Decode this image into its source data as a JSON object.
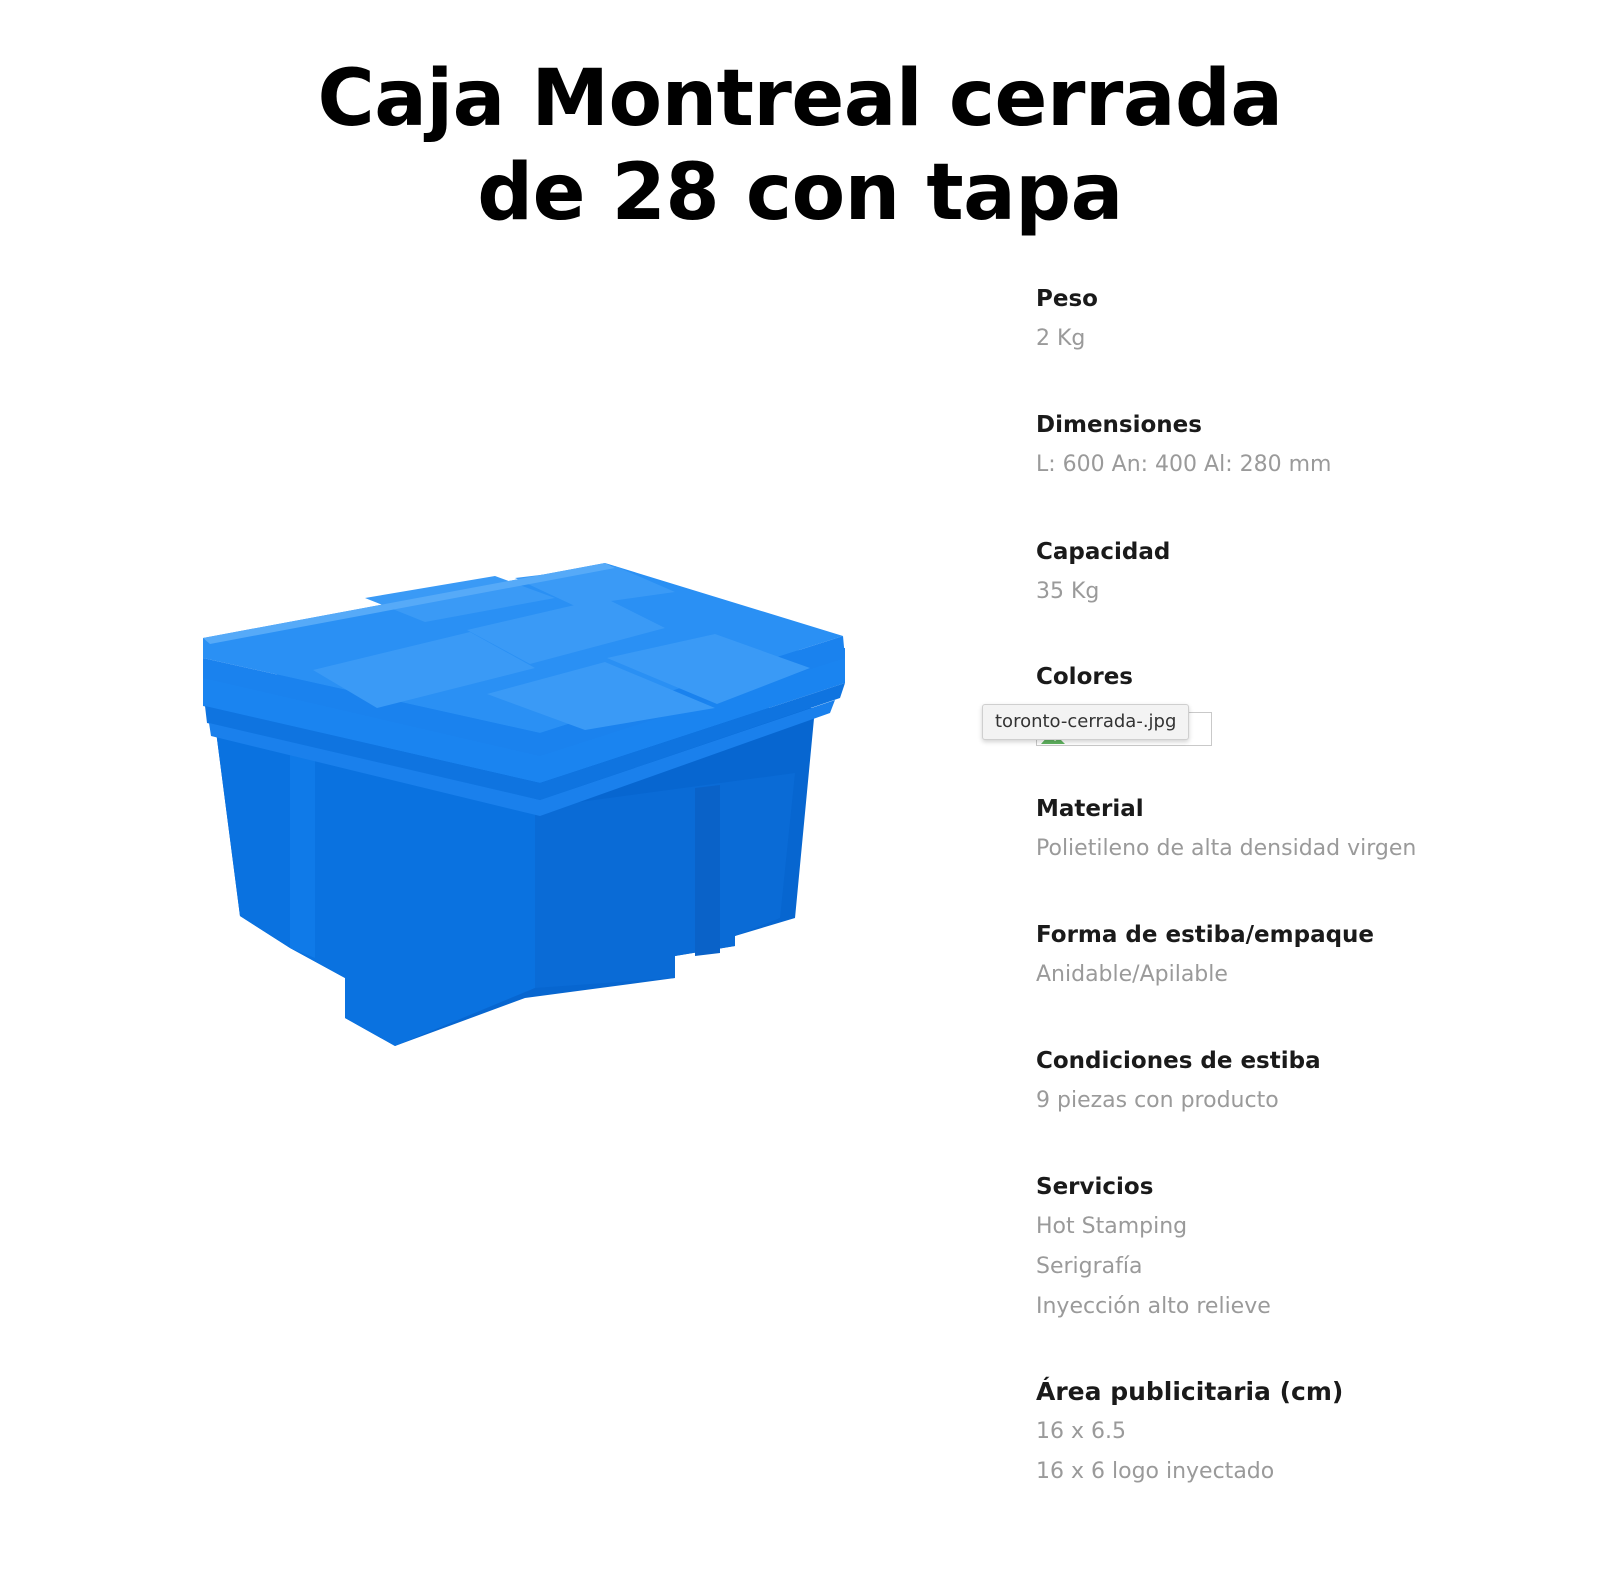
{
  "page": {
    "title_line1": "Caja Montreal cerrada",
    "title_line2": "de 28 con tapa"
  },
  "product_image": {
    "alt": "Caja Montreal cerrada de 28 con tapa",
    "color": "#0a6ad8"
  },
  "specs": {
    "peso": {
      "label": "Peso",
      "value": "2 Kg"
    },
    "dimensiones": {
      "label": "Dimensiones",
      "value": "L: 600 An: 400 Al: 280 mm"
    },
    "capacidad": {
      "label": "Capacidad",
      "value": "35 Kg"
    },
    "colores": {
      "label": "Colores",
      "image_tooltip": "toronto-cerrada-.jpg"
    },
    "material": {
      "label": "Material",
      "value": "Polietileno de alta densidad virgen"
    },
    "forma": {
      "label": "Forma de estiba/empaque",
      "value": "Anidable/Apilable"
    },
    "condiciones": {
      "label": "Condiciones de estiba",
      "value": "9 piezas con producto"
    },
    "servicios": {
      "label": "Servicios",
      "items": [
        "Hot Stamping",
        "Serigrafía",
        "Inyección alto relieve"
      ]
    },
    "area": {
      "label": "Área publicitaria (cm)",
      "items": [
        "16 x 6.5",
        "16 x 6 logo inyectado"
      ]
    }
  }
}
